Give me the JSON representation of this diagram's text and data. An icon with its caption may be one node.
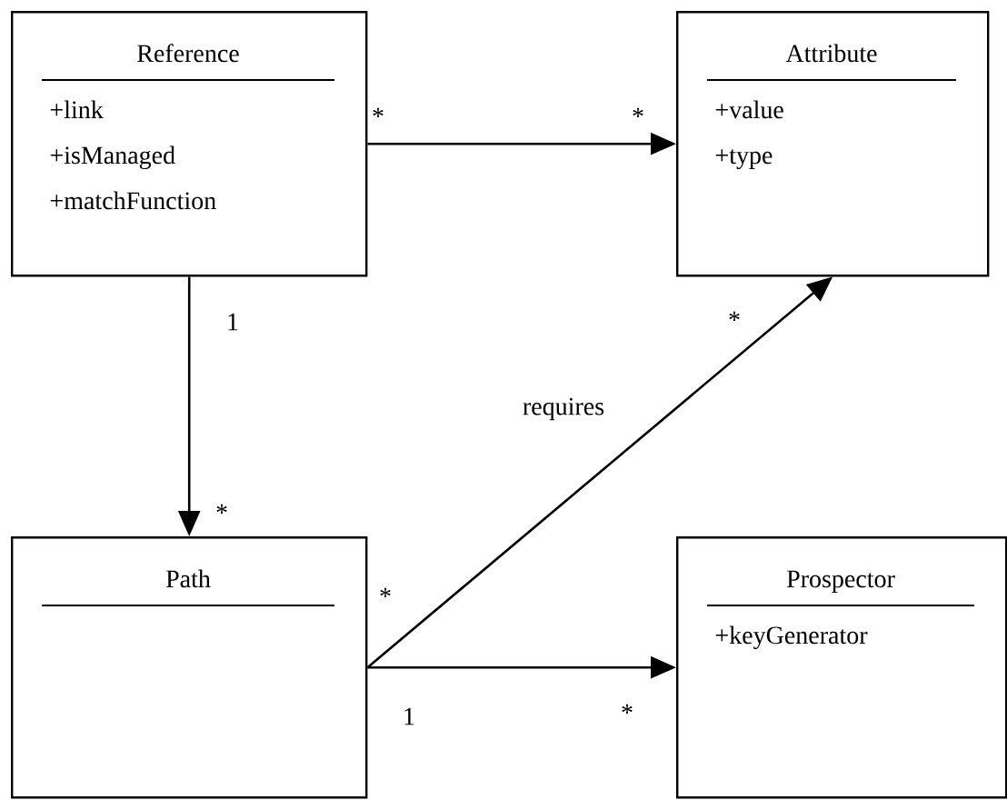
{
  "diagram": {
    "nodes": [
      {
        "text": [
          "Reference",
          "+link",
          "+isManaged",
          "+matchFunction"
        ]
      },
      {
        "text": [
          "Attribute",
          "+value",
          "+type"
        ]
      },
      {
        "text": [
          "Path"
        ]
      },
      {
        "text": [
          "Prospector",
          "+keyGenerator"
        ]
      }
    ],
    "edges": [
      {
        "from": 0,
        "to": 1,
        "arrow": "to"
      },
      {
        "from": 0,
        "to": 2,
        "arrow": "to"
      },
      {
        "from": 2,
        "to": 1,
        "arrow": "to",
        "label": "requires"
      },
      {
        "from": 2,
        "to": 3,
        "arrow": "to"
      }
    ],
    "labels": [
      "*",
      "*",
      "1",
      "*",
      "*",
      "*",
      "1",
      "*"
    ]
  }
}
